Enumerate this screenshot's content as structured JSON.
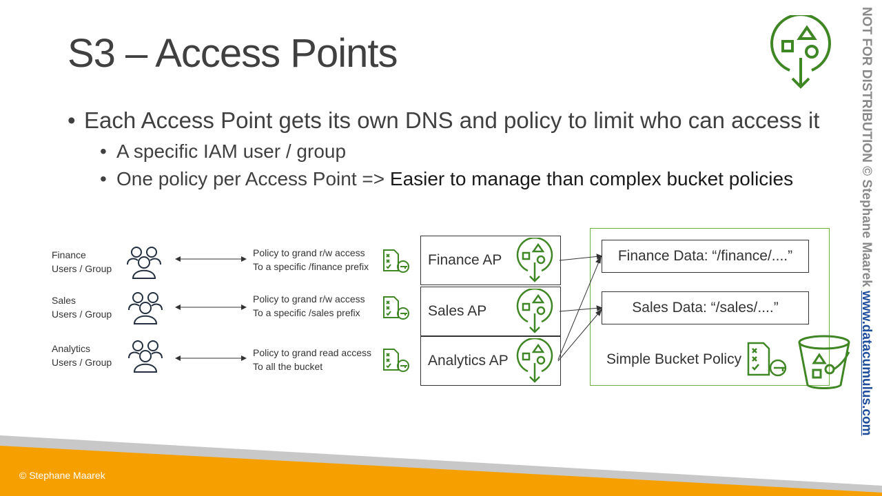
{
  "slide": {
    "title": "S3 – Access Points",
    "bullets": {
      "main": "Each Access Point gets its own DNS and policy to limit who can access it",
      "sub1": "A specific IAM user / group",
      "sub2_prefix": "One policy per Access Point => ",
      "sub2_emphasis": "Easier to manage than complex bucket policies"
    },
    "bullet_char": "•"
  },
  "diagram": {
    "rows": [
      {
        "group_line1": "Finance",
        "group_line2": "Users / Group",
        "policy_line1": "Policy to grand r/w access",
        "policy_line2": "To a specific /finance prefix",
        "access_point": "Finance AP"
      },
      {
        "group_line1": "Sales",
        "group_line2": "Users / Group",
        "policy_line1": "Policy to grand r/w access",
        "policy_line2": "To a specific /sales prefix",
        "access_point": "Sales AP"
      },
      {
        "group_line1": "Analytics",
        "group_line2": "Users / Group",
        "policy_line1": "Policy to grand read access",
        "policy_line2": "To all the bucket",
        "access_point": "Analytics AP"
      }
    ],
    "bucket": {
      "finance_data": "Finance Data: “/finance/....”",
      "sales_data": "Sales Data: “/sales/....”",
      "simple_policy": "Simple Bucket Policy"
    }
  },
  "sidebar": {
    "notice": "NOT FOR DISTRIBUTION © Stephane Maarek ",
    "website": "www.datacumulus.com"
  },
  "footer": {
    "copyright": "© Stephane Maarek"
  },
  "colors": {
    "aws_green": "#3f8624",
    "footer_orange": "#f5a000",
    "footer_gray": "#c8c8c8",
    "text_dark": "#404040",
    "link_blue": "#1f4e9c"
  },
  "icons": {
    "header": "s3-access-point-icon",
    "users": "users-group-icon",
    "policy": "policy-document-key-icon",
    "bucket": "s3-bucket-icon"
  }
}
